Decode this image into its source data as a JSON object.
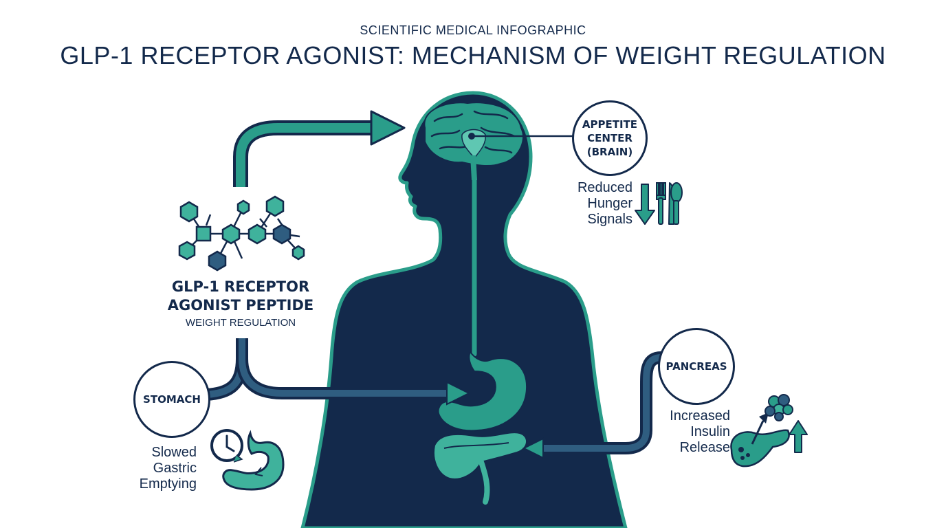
{
  "header": {
    "subtitle": "SCIENTIFIC MEDICAL INFOGRAPHIC",
    "title": "GLP-1 RECEPTOR AGONIST: MECHANISM OF WEIGHT REGULATION"
  },
  "peptide": {
    "title": "GLP-1 RECEPTOR\nAGONIST PEPTIDE",
    "subtitle": "WEIGHT REGULATION"
  },
  "brain": {
    "label": "APPETITE\nCENTER\n(BRAIN)",
    "effect": "Reduced\nHunger\nSignals"
  },
  "stomach": {
    "label": "STOMACH",
    "effect": "Slowed\nGastric\nEmptying"
  },
  "pancreas": {
    "label": "PANCREAS",
    "effect": "Increased\nInsulin\nRelease"
  },
  "colors": {
    "navy": "#13294b",
    "teal": "#2a9d8a",
    "teal_light": "#3fb29c",
    "steel_blue": "#2f5d80",
    "background": "#ffffff"
  },
  "icons": [
    "down-arrow-icon",
    "fork-icon",
    "knife-icon",
    "spoon-icon",
    "clock-icon",
    "stomach-icon",
    "pancreas-icon",
    "insulin-granule-icon",
    "up-arrow-icon"
  ]
}
